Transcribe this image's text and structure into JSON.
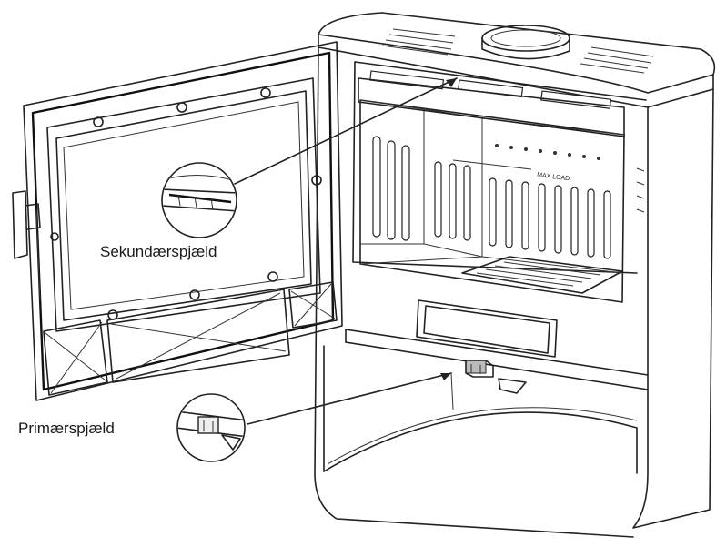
{
  "labels": {
    "secondary_damper": "Sekundærspjæld",
    "primary_damper": "Primærspjæld",
    "max_load": "MAX LOAD"
  }
}
